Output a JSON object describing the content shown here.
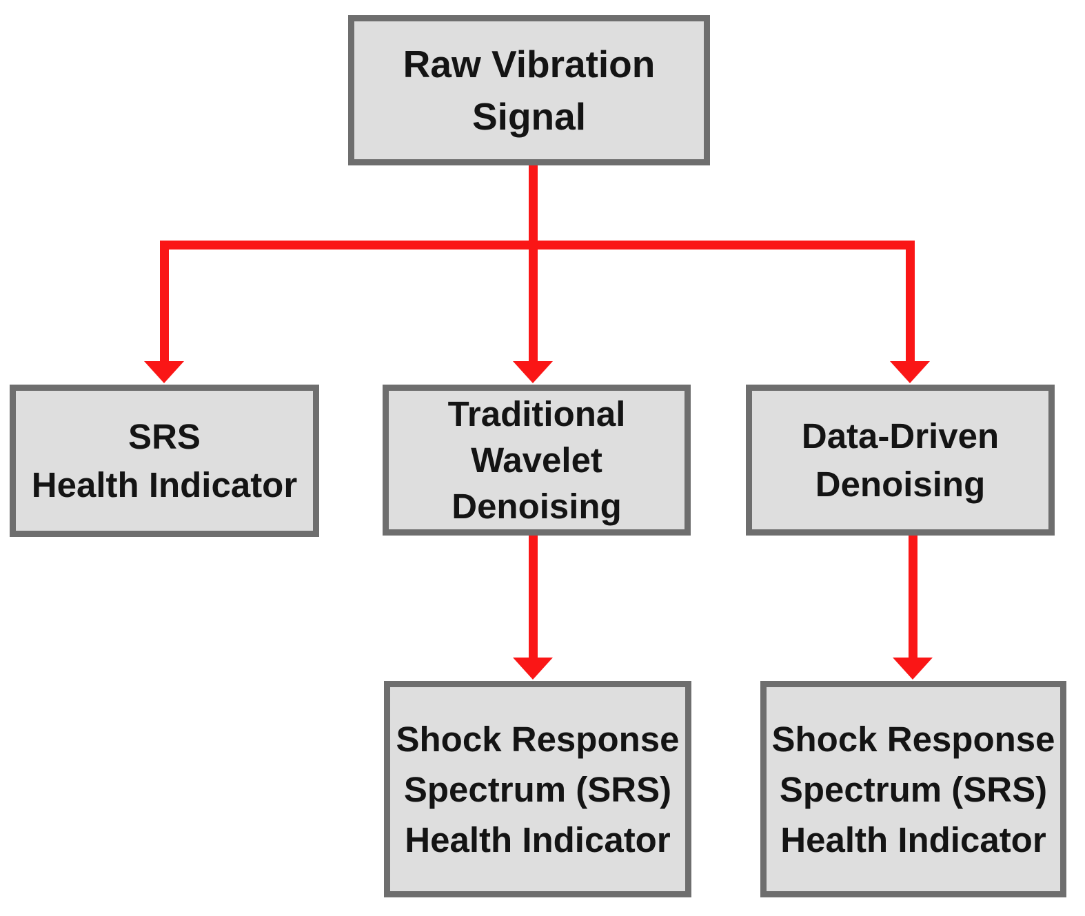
{
  "diagram": {
    "title": "SRS health indicator processing pipelines flowchart",
    "colors": {
      "background": "#ffffff",
      "box_fill": "#dedede",
      "box_border": "#6e6e6e",
      "text": "#141414",
      "arrow": "#fa1616"
    },
    "nodes": {
      "raw_signal": {
        "label": "Raw Vibration\nSignal"
      },
      "srs_direct": {
        "label": "SRS\nHealth Indicator"
      },
      "wavelet": {
        "label": "Traditional\nWavelet\nDenoising"
      },
      "data_driven": {
        "label": "Data-Driven\nDenoising"
      },
      "srs_wavelet": {
        "label": "Shock Response\nSpectrum (SRS)\nHealth Indicator"
      },
      "srs_data_driven": {
        "label": "Shock Response\nSpectrum (SRS)\nHealth Indicator"
      }
    },
    "edges": [
      {
        "from": "raw_signal",
        "to": "srs_direct"
      },
      {
        "from": "raw_signal",
        "to": "wavelet"
      },
      {
        "from": "raw_signal",
        "to": "data_driven"
      },
      {
        "from": "wavelet",
        "to": "srs_wavelet"
      },
      {
        "from": "data_driven",
        "to": "srs_data_driven"
      }
    ]
  }
}
